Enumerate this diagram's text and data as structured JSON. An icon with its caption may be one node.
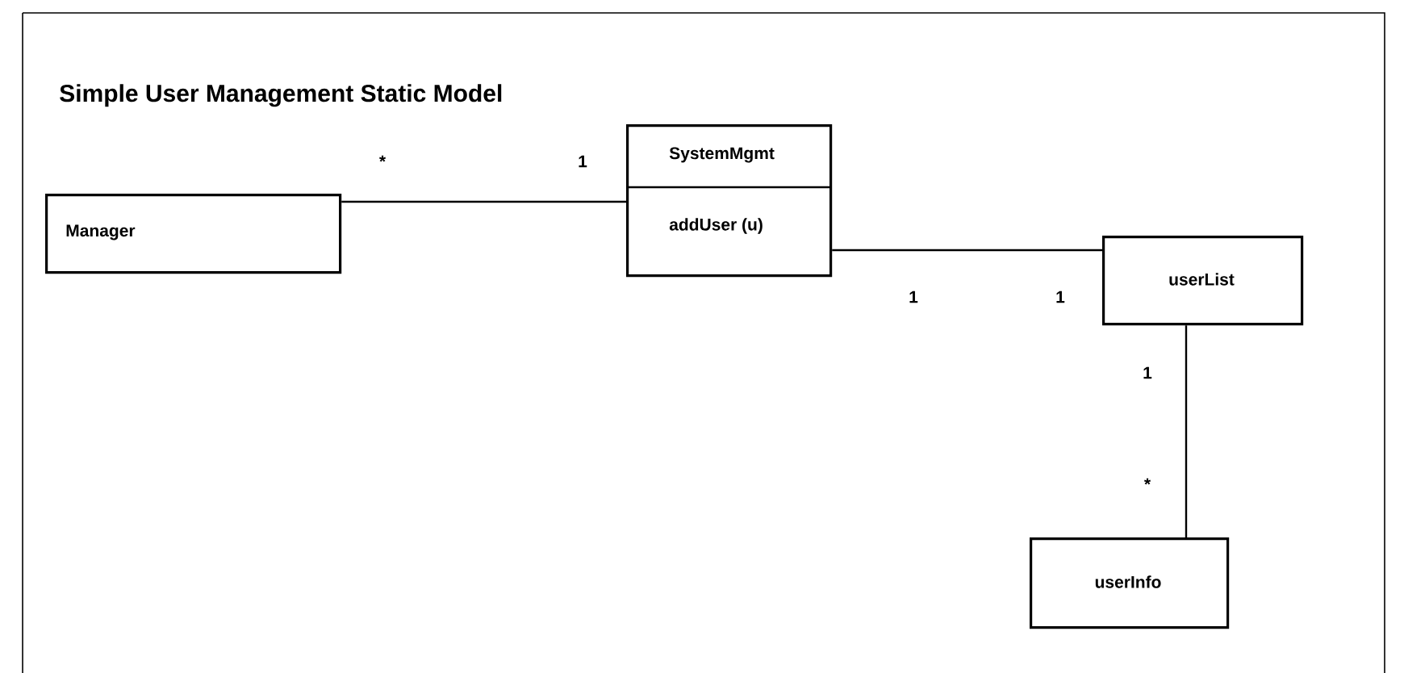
{
  "diagram": {
    "title": "Simple User Management Static Model",
    "nodes": [
      {
        "text": [
          "Manager"
        ]
      },
      {
        "text": [
          "SystemMgmt",
          "addUser (u)"
        ]
      },
      {
        "text": [
          "userList"
        ]
      },
      {
        "text": [
          "userInfo"
        ]
      }
    ],
    "edges": [
      {
        "from": 0,
        "to": 1,
        "arrow": "none"
      },
      {
        "from": 1,
        "to": 2,
        "arrow": "none"
      },
      {
        "from": 2,
        "to": 3,
        "arrow": "none"
      }
    ],
    "labels": [
      "*",
      "1",
      "1",
      "1",
      "1",
      "*"
    ]
  }
}
